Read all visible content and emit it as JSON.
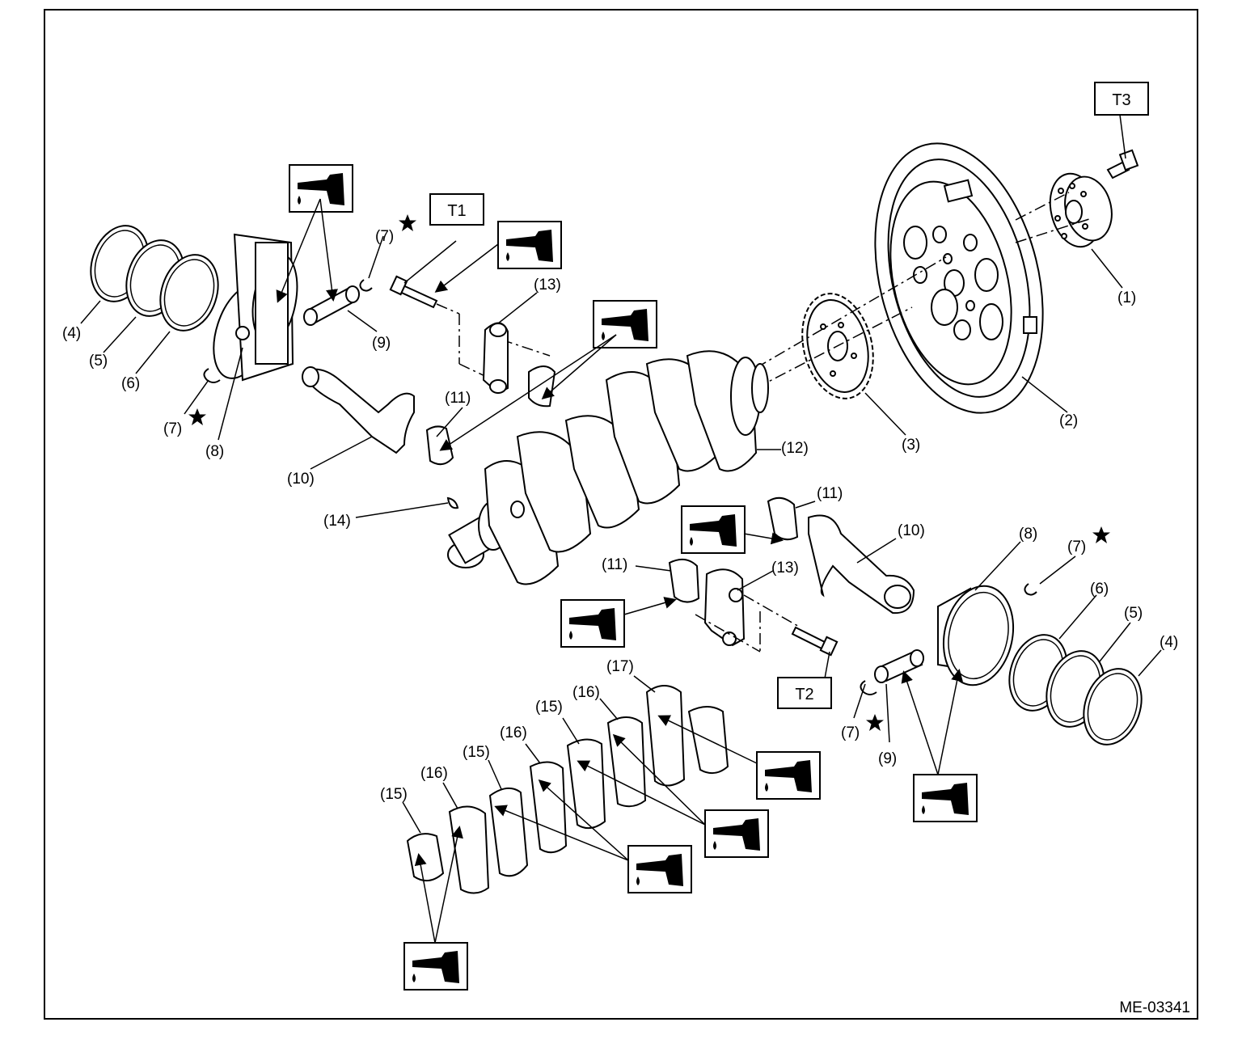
{
  "figure_code": "ME-03341",
  "torque_marks": {
    "t1": "T1",
    "t2": "T2",
    "t3": "T3"
  },
  "labels": {
    "p1": "(1)",
    "p2": "(2)",
    "p3": "(3)",
    "p4_left": "(4)",
    "p5_left": "(5)",
    "p6_left": "(6)",
    "p7_left_top": "(7)",
    "p7_left_bottom": "(7)",
    "p8_left": "(8)",
    "p9_left": "(9)",
    "p10_left": "(10)",
    "p11_left": "(11)",
    "p12": "(12)",
    "p13_top": "(13)",
    "p14": "(14)",
    "p11_right_top": "(11)",
    "p10_right": "(10)",
    "p11_right_bottom": "(11)",
    "p13_bottom": "(13)",
    "p8_right": "(8)",
    "p7_right_top": "(7)",
    "p6_right": "(6)",
    "p5_right": "(5)",
    "p4_right": "(4)",
    "p7_right_bottom": "(7)",
    "p9_right": "(9)",
    "p15_a": "(15)",
    "p16_a": "(16)",
    "p15_b": "(15)",
    "p16_b": "(16)",
    "p15_c": "(15)",
    "p16_c": "(16)",
    "p17": "(17)"
  },
  "icons": {
    "oil_application": "oil-can-icon",
    "replace_part": "star-icon"
  }
}
